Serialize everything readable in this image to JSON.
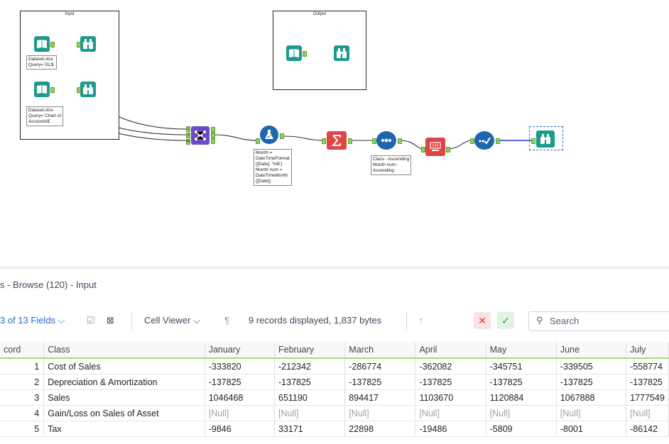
{
  "containers": {
    "input": {
      "title": "Input"
    },
    "output": {
      "title": "Output"
    }
  },
  "annotations": {
    "input1": "Dataset.xlsx\nQuery=`GL$`",
    "input2": "Dataset.xlsx\nQuery=`Chart of\nAccounts$`",
    "formula": "Month =\nDateTimeFormat\n([Date], '%B')\nMonth num =\nDateTimeMonth\n([Date])",
    "sort": "Class - Ascending\nMonth num -\nAscending"
  },
  "join_anchors": {
    "left": "L",
    "join": "J",
    "right": "R"
  },
  "results": {
    "title": "s - Browse (120) - Input",
    "fields_label": "3 of 13 Fields",
    "cell_viewer_label": "Cell Viewer",
    "records_info": "9 records displayed, 1,837 bytes",
    "search_placeholder": "Search"
  },
  "table": {
    "columns": [
      "cord",
      "Class",
      "January",
      "February",
      "March",
      "April",
      "May",
      "June",
      "July"
    ],
    "rows": [
      [
        "1",
        "Cost of Sales",
        "-333820",
        "-212342",
        "-286774",
        "-362082",
        "-345751",
        "-339505",
        "-558774"
      ],
      [
        "2",
        "Depreciation & Amortization",
        "-137825",
        "-137825",
        "-137825",
        "-137825",
        "-137825",
        "-137825",
        "-137825"
      ],
      [
        "3",
        "Sales",
        "1046468",
        "651190",
        "894417",
        "1103670",
        "1120884",
        "1067888",
        "1777549"
      ],
      [
        "4",
        "Gain/Loss on Sales of Asset",
        "[Null]",
        "[Null]",
        "[Null]",
        "[Null]",
        "[Null]",
        "[Null]",
        "[Null]"
      ],
      [
        "5",
        "Tax",
        "-9846",
        "33171",
        "22898",
        "-19486",
        "-5809",
        "-8001",
        "-86142"
      ]
    ]
  },
  "colors": {
    "accent_blue": "#2b6bc7",
    "tool_teal": "#1d9a8c",
    "tool_blue": "#1d66b0",
    "tool_red": "#e04545",
    "anchor_green": "#8fd25a"
  }
}
